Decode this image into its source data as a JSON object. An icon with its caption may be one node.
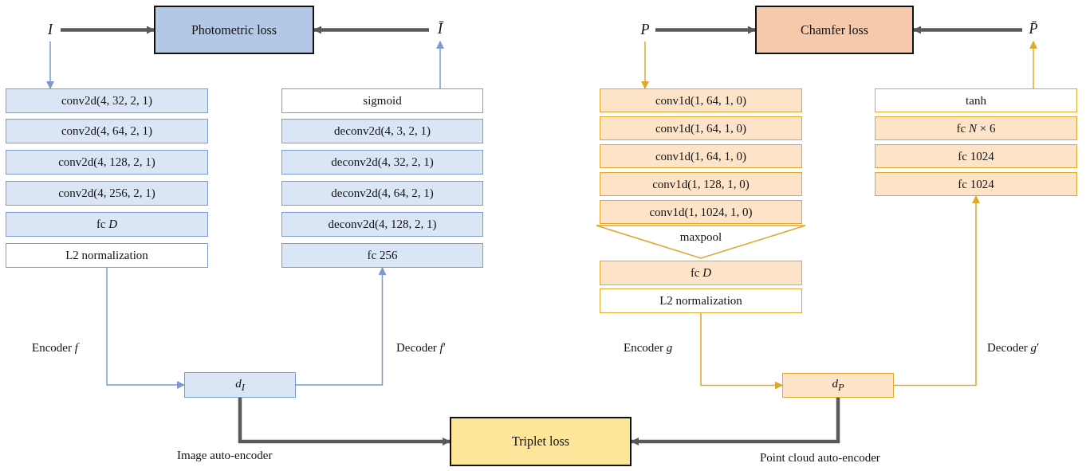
{
  "diagram": {
    "nodes": [
      {
        "text": [
          "I"
        ]
      },
      {
        "text": [
          "Photometric loss"
        ]
      },
      {
        "text": [
          "Ī"
        ]
      },
      {
        "text": [
          "P"
        ]
      },
      {
        "text": [
          "Chamfer loss"
        ]
      },
      {
        "text": [
          "P̄"
        ]
      },
      {
        "text": [
          "conv2d(4, 32, 2, 1)"
        ]
      },
      {
        "text": [
          "conv2d(4, 64, 2, 1)"
        ]
      },
      {
        "text": [
          "conv2d(4, 128, 2, 1)"
        ]
      },
      {
        "text": [
          "conv2d(4, 256, 2, 1)"
        ]
      },
      {
        "text": [
          "fc *D*"
        ]
      },
      {
        "text": [
          "L2 normalization"
        ]
      },
      {
        "text": [
          "sigmoid"
        ]
      },
      {
        "text": [
          "deconv2d(4, 3, 2, 1)"
        ]
      },
      {
        "text": [
          "deconv2d(4, 32, 2, 1)"
        ]
      },
      {
        "text": [
          "deconv2d(4, 64, 2, 1)"
        ]
      },
      {
        "text": [
          "deconv2d(4, 128, 2, 1)"
        ]
      },
      {
        "text": [
          "fc 256"
        ]
      },
      {
        "text": [
          "*d*$_{I}$"
        ]
      },
      {
        "text": [
          "conv1d(1, 64, 1, 0)"
        ]
      },
      {
        "text": [
          "conv1d(1, 64, 1, 0)"
        ]
      },
      {
        "text": [
          "conv1d(1, 64, 1, 0)"
        ]
      },
      {
        "text": [
          "conv1d(1, 128, 1, 0)"
        ]
      },
      {
        "text": [
          "conv1d(1, 1024, 1, 0)"
        ]
      },
      {
        "text": [
          "maxpool"
        ]
      },
      {
        "text": [
          "fc *D*"
        ]
      },
      {
        "text": [
          "L2 normalization"
        ]
      },
      {
        "text": [
          "tanh"
        ]
      },
      {
        "text": [
          "fc *N* × 6"
        ]
      },
      {
        "text": [
          "fc 1024"
        ]
      },
      {
        "text": [
          "fc 1024"
        ]
      },
      {
        "text": [
          "*d*$_{P}$"
        ]
      },
      {
        "text": [
          "Triplet loss"
        ]
      }
    ],
    "edges": [
      {
        "from": 0,
        "to": 1,
        "arrow": "to",
        "style": "thick",
        "color": "#595959"
      },
      {
        "from": 2,
        "to": 1,
        "arrow": "to",
        "style": "thick",
        "color": "#595959"
      },
      {
        "from": 3,
        "to": 4,
        "arrow": "to",
        "style": "thick",
        "color": "#595959"
      },
      {
        "from": 5,
        "to": 4,
        "arrow": "to",
        "style": "thick",
        "color": "#595959"
      },
      {
        "from": 0,
        "to": 6,
        "arrow": "to",
        "color": "#7b9bd0"
      },
      {
        "from": 12,
        "to": 2,
        "arrow": "to",
        "color": "#7b9bd0"
      },
      {
        "from": 11,
        "to": 18,
        "arrow": "to",
        "color": "#7b9bd0"
      },
      {
        "from": 18,
        "to": 17,
        "arrow": "to",
        "color": "#7b9bd0"
      },
      {
        "from": 3,
        "to": 19,
        "arrow": "to",
        "color": "#e0a72a"
      },
      {
        "from": 27,
        "to": 5,
        "arrow": "to",
        "color": "#e0a72a"
      },
      {
        "from": 26,
        "to": 31,
        "arrow": "to",
        "color": "#e0a72a"
      },
      {
        "from": 31,
        "to": 30,
        "arrow": "to",
        "color": "#e0a72a"
      },
      {
        "from": 18,
        "to": 32,
        "arrow": "to",
        "style": "thick",
        "color": "#595959"
      },
      {
        "from": 31,
        "to": 32,
        "arrow": "to",
        "style": "thick",
        "color": "#595959"
      }
    ],
    "labels": [
      "Encoder *f*",
      "Decoder *f*′",
      "Encoder *g*",
      "Decoder *g*′",
      "Image auto-encoder",
      "Point cloud auto-encoder"
    ]
  }
}
